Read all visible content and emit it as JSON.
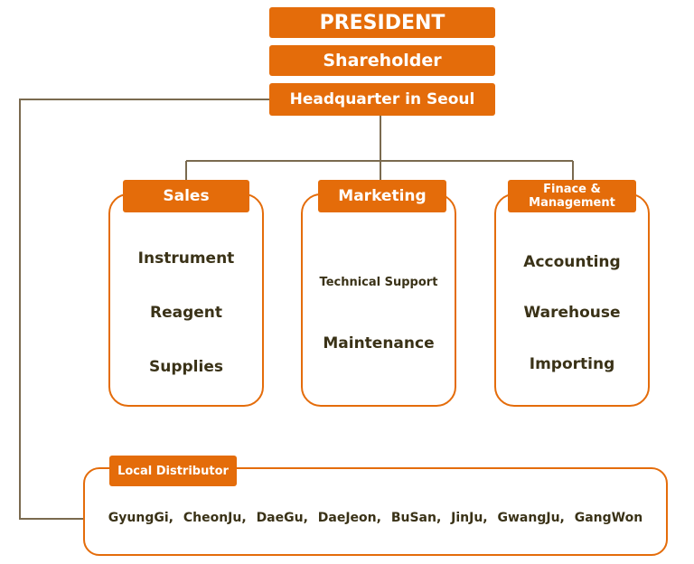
{
  "top": {
    "president": "PRESIDENT",
    "shareholder": "Shareholder",
    "headquarter": "Headquarter in Seoul"
  },
  "departments": [
    {
      "title": "Sales",
      "items": [
        "Instrument",
        "Reagent",
        "Supplies"
      ]
    },
    {
      "title": "Marketing",
      "items": [
        "Technical Support",
        "Maintenance"
      ]
    },
    {
      "title_line1": "Finace &",
      "title_line2": "Management",
      "items": [
        "Accounting",
        "Warehouse",
        "Importing"
      ]
    }
  ],
  "local": {
    "title": "Local Distributor",
    "cities": [
      "GyungGi,",
      "CheonJu,",
      "DaeGu,",
      "DaeJeon,",
      "BuSan,",
      "JinJu,",
      "GwangJu,",
      "GangWon"
    ]
  },
  "colors": {
    "accent": "#e46c0a",
    "text": "#3a3217",
    "line": "#7a6a4f"
  }
}
